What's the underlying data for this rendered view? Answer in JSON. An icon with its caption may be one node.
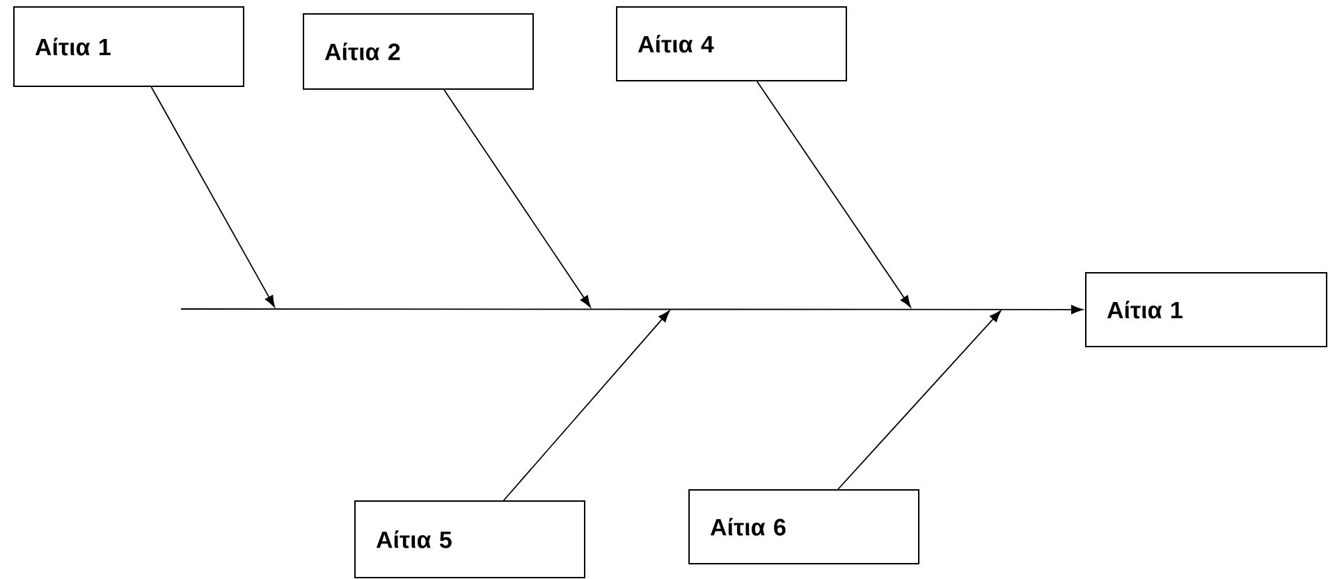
{
  "diagram": {
    "nodes": [
      {
        "text": [
          "Αίτια 1"
        ]
      },
      {
        "text": [
          "Αίτια 2"
        ]
      },
      {
        "text": [
          "Αίτια 4"
        ]
      },
      {
        "text": [
          "Αίτια 1"
        ]
      },
      {
        "text": [
          "Αίτια 5"
        ]
      },
      {
        "text": [
          "Αίτια 6"
        ]
      }
    ],
    "edges": [
      {
        "from": 0,
        "to": null,
        "arrow": "to"
      },
      {
        "from": 1,
        "to": null,
        "arrow": "to"
      },
      {
        "from": 2,
        "to": null,
        "arrow": "to"
      },
      {
        "from": 4,
        "to": null,
        "arrow": "to"
      },
      {
        "from": 5,
        "to": null,
        "arrow": "to"
      },
      {
        "from": null,
        "to": 3,
        "arrow": "to"
      }
    ]
  }
}
